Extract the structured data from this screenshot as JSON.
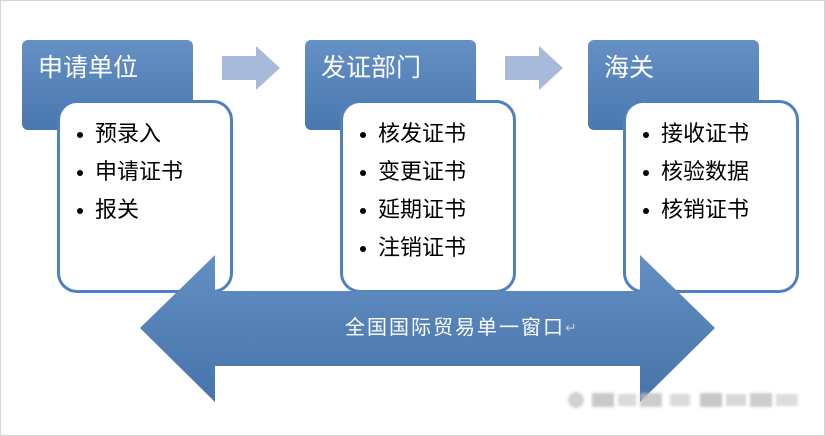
{
  "diagram": {
    "stages": [
      {
        "title": "申请单位",
        "items": [
          "预录入",
          "申请证书",
          "报关"
        ]
      },
      {
        "title": "发证部门",
        "items": [
          "核发证书",
          "变更证书",
          "延期证书",
          "注销证书"
        ]
      },
      {
        "title": "海关",
        "items": [
          "接收证书",
          "核验数据",
          "核销证书"
        ]
      }
    ],
    "platform": {
      "label": "全国国际贸易单一窗口",
      "return_mark": "↵"
    }
  },
  "icons": {
    "bullet": "bullet-icon",
    "stage_arrow": "arrow-right-icon",
    "platform_arrow": "double-arrow-icon"
  },
  "colors": {
    "header": "#4F81BD",
    "box_border": "#4F81BD",
    "big_arrow": "#4F81BD",
    "small_arrow": "#A7BAD9",
    "item_text": "#000000",
    "label_text": "#FFFFFF",
    "return_mark": "#C8C8C8"
  }
}
